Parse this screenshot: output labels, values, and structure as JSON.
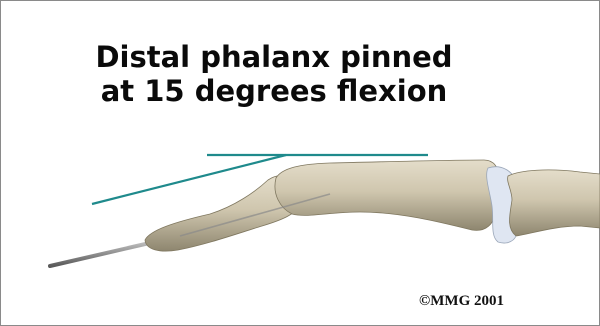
{
  "caption": {
    "line1": "Distal phalanx pinned",
    "line2": "at 15 degrees flexion"
  },
  "copyright": "©MMG 2001",
  "angle_degrees": 15,
  "colors": {
    "angle_lines": "#1f8a8c",
    "bone": "#c9c0a8",
    "bone_shadow": "#8f8670",
    "bone_highlight": "#e8e2d2",
    "cartilage": "#dfe6f2",
    "pin": "#a6a6a6"
  }
}
